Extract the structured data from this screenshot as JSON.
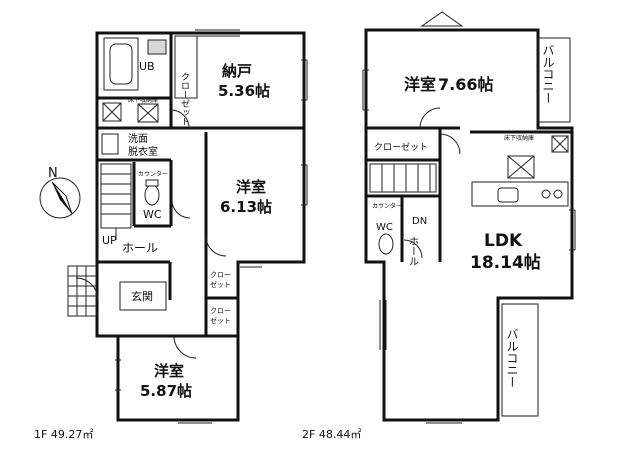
{
  "floor1": {
    "area_label": "1F 49.27㎡",
    "rooms": {
      "nando": {
        "name": "納戸",
        "size": "5.36帖"
      },
      "yoshitsu_mid": {
        "name": "洋室",
        "size": "6.13帖"
      },
      "yoshitsu_bottom": {
        "name": "洋室",
        "size": "5.87帖"
      },
      "hall": "ホール",
      "genkan": "玄関",
      "senmen": "洗面\n脱衣室",
      "ub": "UB",
      "wc": "WC",
      "up": "UP",
      "counter": "カウンター",
      "underfloor": "床下収納庫",
      "closet_top": "クローゼット",
      "closet_mid": "クロー\nゼット",
      "closet_low": "クロー\nゼット"
    }
  },
  "floor2": {
    "area_label": "2F 48.44㎡",
    "rooms": {
      "yoshitsu": {
        "name": "洋室",
        "size": "7.66帖"
      },
      "ldk": {
        "name": "LDK",
        "size": "18.14帖"
      },
      "balcony_top": "バルコニー",
      "balcony_right": "バルコニー",
      "closet": "クローゼット",
      "wc": "WC",
      "counter": "カウンター",
      "dn": "DN",
      "hall": "ホール",
      "underfloor": "床下収納庫"
    }
  },
  "compass": {
    "label": "N"
  },
  "colors": {
    "wall": "#111111",
    "fixture_gray": "#d8d8d8"
  }
}
